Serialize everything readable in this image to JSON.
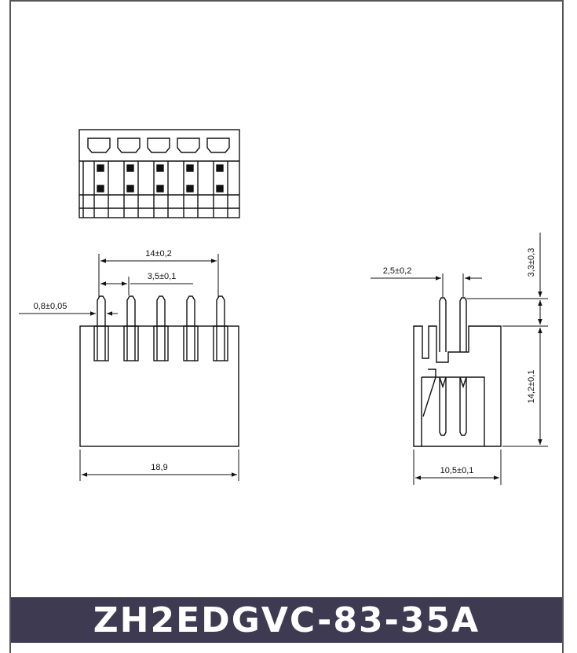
{
  "drawing": {
    "dimensions": {
      "pitch_total": "14±0,2",
      "pitch": "3,5±0,1",
      "pin_width": "0,8±0,05",
      "length": "18,9",
      "side_pitch": "2,5±0,2",
      "pin_protrusion": "3,3±0,3",
      "height": "14,2±0,1",
      "depth": "10,5±0,1"
    }
  },
  "model": {
    "code": "ZH2EDGVC-83-35A"
  },
  "colors": {
    "banner": "#3e3a52",
    "line": "#111111"
  }
}
